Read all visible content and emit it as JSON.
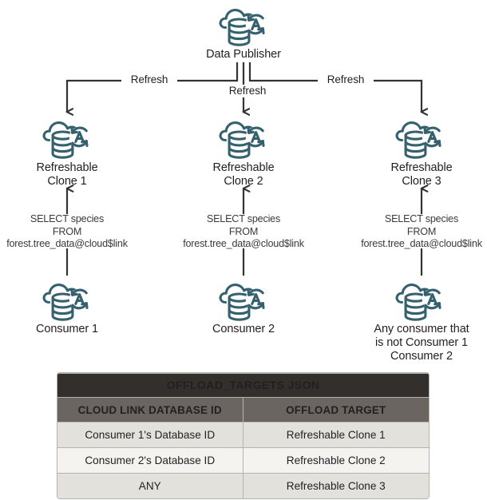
{
  "diagram": {
    "publisher": {
      "label": "Data Publisher",
      "icon": "cloud-database-autorefresh-icon"
    },
    "edge_labels": {
      "left": "Refresh",
      "center": "Refresh",
      "right": "Refresh"
    },
    "clones": [
      {
        "label_line1": "Refreshable",
        "label_line2": "Clone 1",
        "icon": "cloud-database-autorefresh-icon"
      },
      {
        "label_line1": "Refreshable",
        "label_line2": "Clone 2",
        "icon": "cloud-database-autorefresh-icon"
      },
      {
        "label_line1": "Refreshable",
        "label_line2": "Clone 3",
        "icon": "cloud-database-autorefresh-icon"
      }
    ],
    "queries": [
      {
        "line1": "SELECT species",
        "line2": "FROM",
        "line3": "forest.tree_data@cloud$link"
      },
      {
        "line1": "SELECT species",
        "line2": "FROM",
        "line3": "forest.tree_data@cloud$link"
      },
      {
        "line1": "SELECT species",
        "line2": "FROM",
        "line3": "forest.tree_data@cloud$link"
      }
    ],
    "consumers": [
      {
        "label_line1": "Consumer 1",
        "label_line2": "",
        "label_line3": "",
        "icon": "cloud-database-autorefresh-icon"
      },
      {
        "label_line1": "Consumer 2",
        "label_line2": "",
        "label_line3": "",
        "icon": "cloud-database-autorefresh-icon"
      },
      {
        "label_line1": "Any consumer that",
        "label_line2": "is not Consumer 1",
        "label_line3": "Consumer 2",
        "icon": "cloud-database-autorefresh-icon"
      }
    ]
  },
  "table": {
    "title": "OFFLOAD_TARGETS JSON",
    "columns": [
      "CLOUD LINK DATABASE ID",
      "OFFLOAD TARGET"
    ],
    "rows": [
      [
        "Consumer 1's Database ID",
        "Refreshable Clone 1"
      ],
      [
        "Consumer 2's Database ID",
        "Refreshable Clone 2"
      ],
      [
        "ANY",
        "Refreshable Clone 3"
      ]
    ]
  },
  "colors": {
    "icon": "#35606e",
    "line": "#333333",
    "text": "#231f20",
    "table_title_bg": "#332f2c",
    "table_head_bg": "#6b6562",
    "row_odd_bg": "#e3e1dc",
    "row_even_bg": "#f4f3f0",
    "table_border": "#b6b3ae"
  }
}
